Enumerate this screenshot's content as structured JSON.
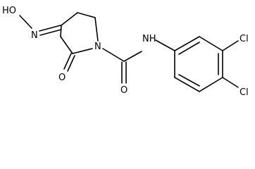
{
  "structure": {
    "atoms": {
      "hydroxyl": "HO",
      "oxime_nitrogen": "N",
      "ring_nitrogen": "N",
      "ketone_oxygen": "O",
      "amide_oxygen": "O",
      "amide_nh": "NH",
      "chlorine_3": "Cl",
      "chlorine_4": "Cl"
    }
  },
  "colors": {
    "bond": "#000000",
    "label": "#000000",
    "background": "#ffffff"
  }
}
